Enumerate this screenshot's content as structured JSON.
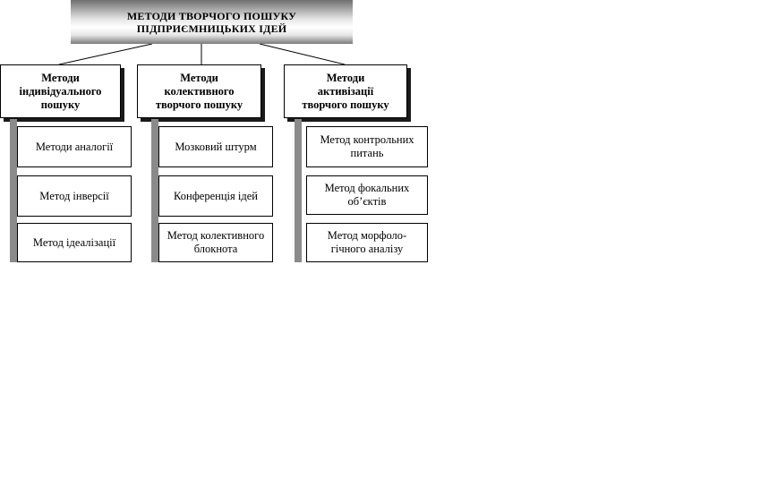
{
  "title": {
    "line1": "МЕТОДИ ТВОРЧОГО ПОШУКУ",
    "line2": "ПІДПРИЄМНИЦЬКИХ ІДЕЙ"
  },
  "categories": [
    {
      "label_lines": [
        "Методи",
        "індивідуального",
        "пошуку"
      ],
      "items": [
        {
          "lines": [
            "Методи аналогії"
          ]
        },
        {
          "lines": [
            "Метод інверсії"
          ]
        },
        {
          "lines": [
            "Метод ідеалізації"
          ]
        }
      ]
    },
    {
      "label_lines": [
        "Методи",
        "колективного",
        "творчого пошуку"
      ],
      "items": [
        {
          "lines": [
            "Мозковий штурм"
          ]
        },
        {
          "lines": [
            "Конференція ідей"
          ]
        },
        {
          "lines": [
            "Метод колективного",
            "блокнота"
          ]
        }
      ]
    },
    {
      "label_lines": [
        "Методи",
        "активізації",
        "творчого пошуку"
      ],
      "items": [
        {
          "lines": [
            "Метод контрольних",
            "питань"
          ]
        },
        {
          "lines": [
            "Метод фокальних",
            "об’єктів"
          ]
        },
        {
          "lines": [
            "Метод морфоло-",
            "гічного аналізу"
          ]
        }
      ]
    }
  ]
}
